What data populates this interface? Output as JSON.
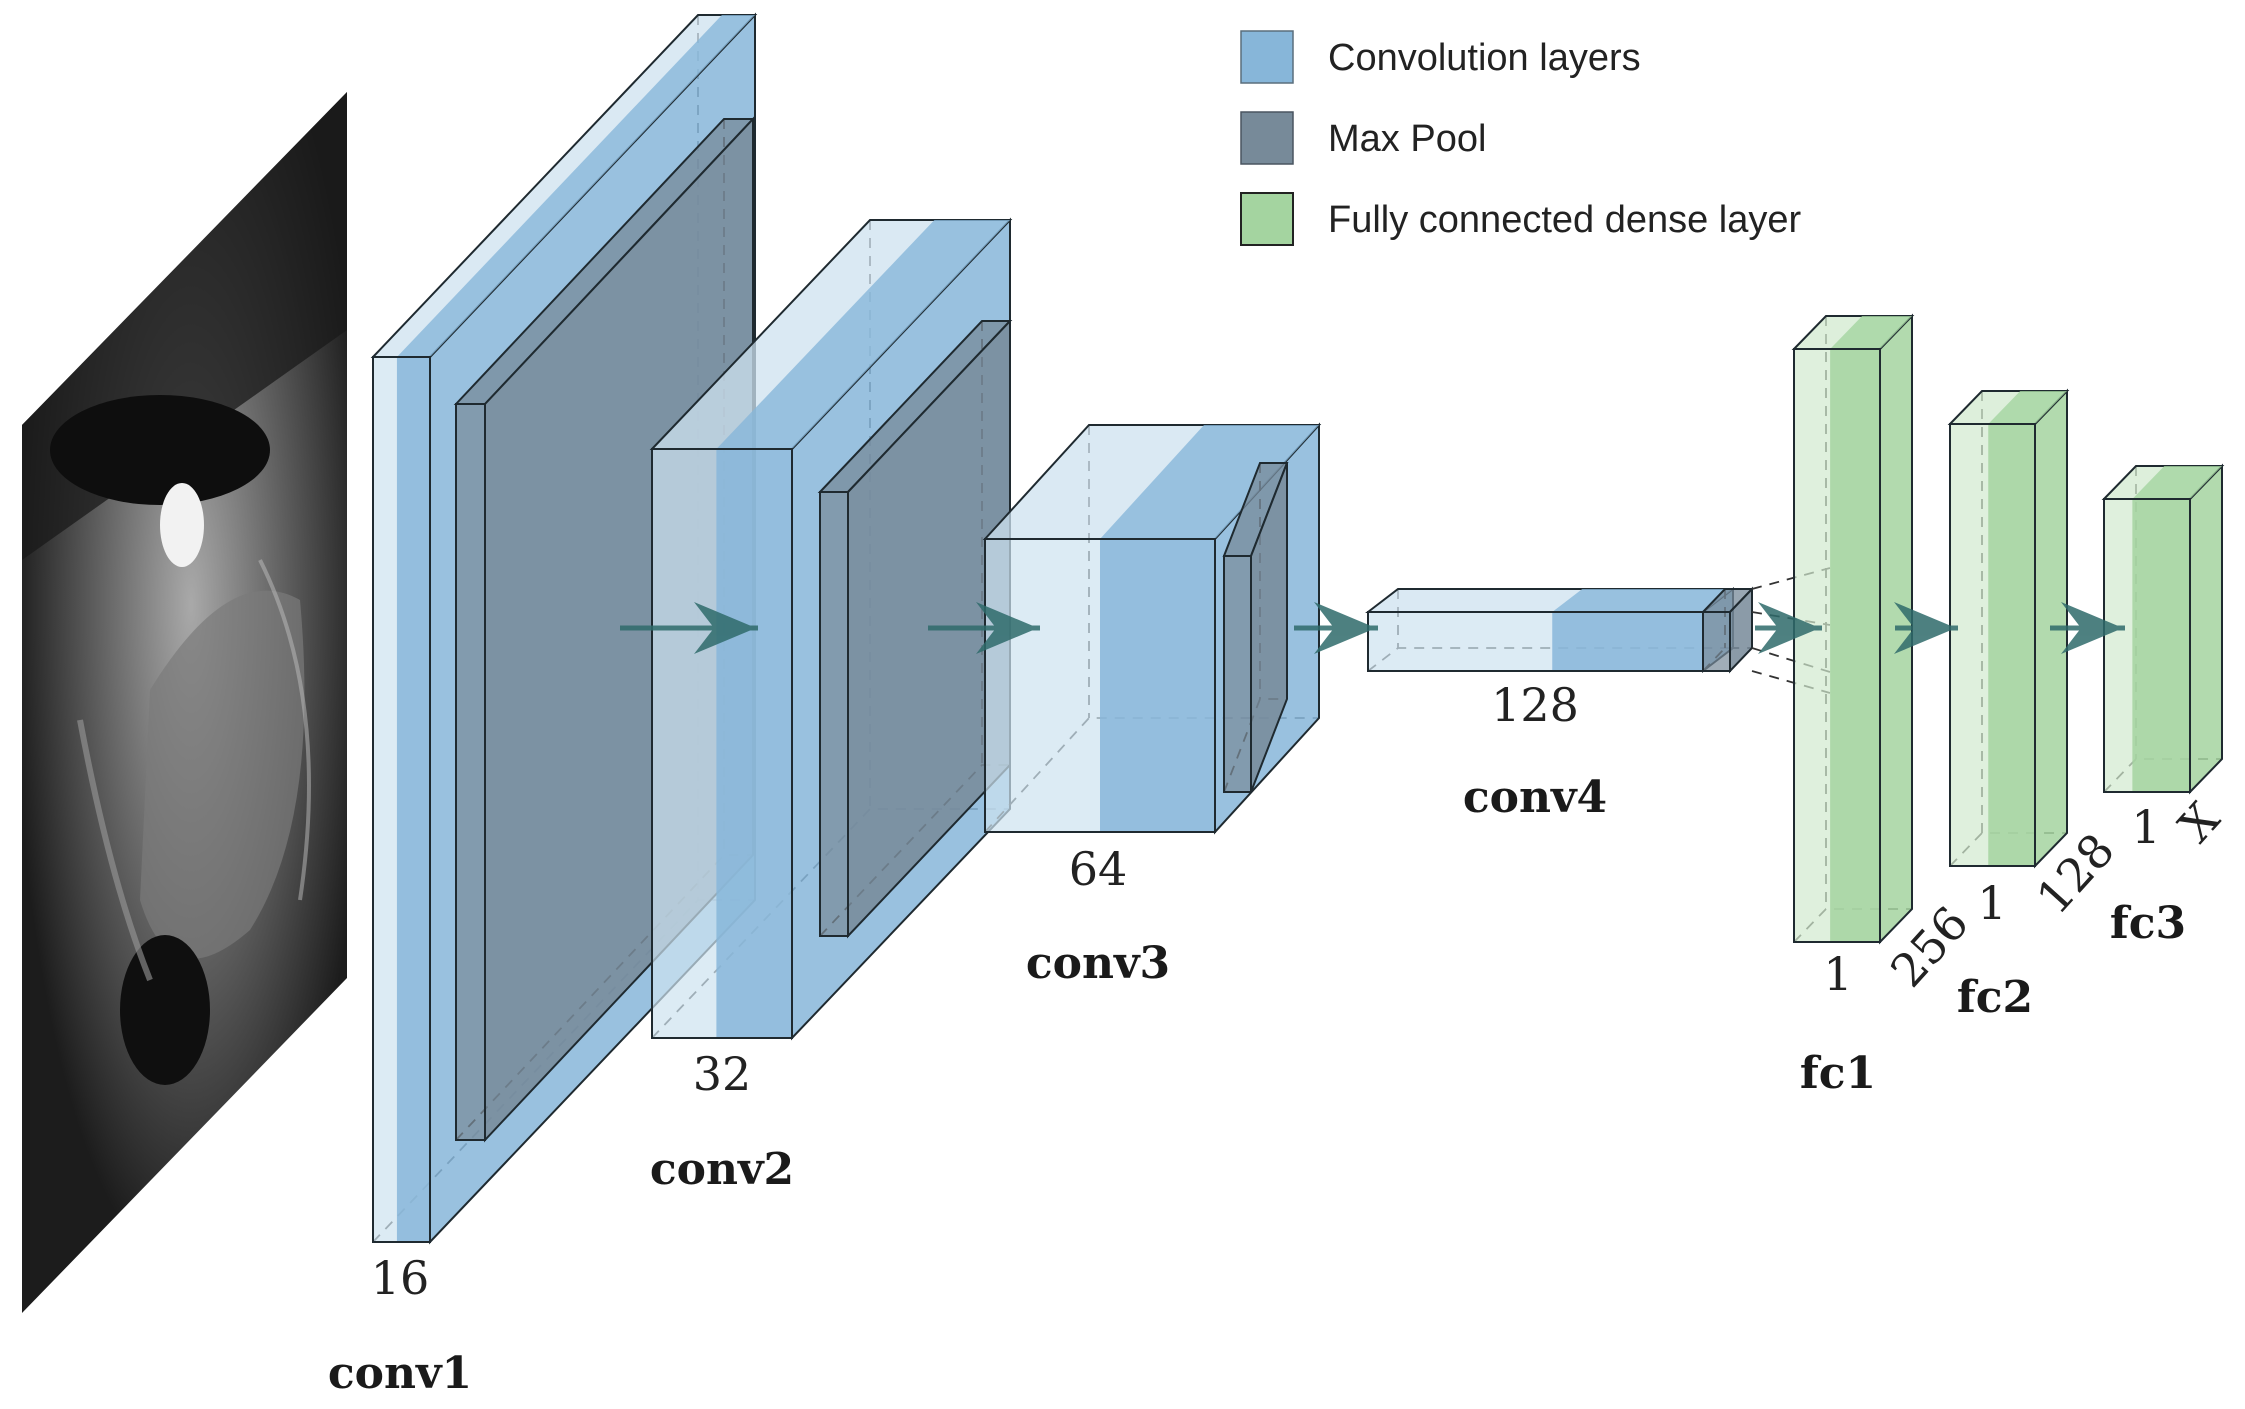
{
  "colors": {
    "conv": "#87b6d9",
    "conv_light": "#cde2ef",
    "pool": "#778a99",
    "dense": "#a4d4a0",
    "dense_light": "#d2e9cf",
    "arrow": "#2f6b6b",
    "edge": "#1f2a30"
  },
  "legend": [
    {
      "label": "Convolution layers",
      "color": "#87b6d9"
    },
    {
      "label": "Max Pool",
      "color": "#778a99"
    },
    {
      "label": "Fully connected dense layer",
      "color": "#a4d4a0"
    }
  ],
  "layers": {
    "conv1": {
      "name": "conv1",
      "channels": "16"
    },
    "conv2": {
      "name": "conv2",
      "channels": "32"
    },
    "conv3": {
      "name": "conv3",
      "channels": "64"
    },
    "conv4": {
      "name": "conv4",
      "channels": "128"
    },
    "fc1": {
      "name": "fc1",
      "width": "1",
      "depth": "256"
    },
    "fc2": {
      "name": "fc2",
      "width": "1",
      "depth": "128"
    },
    "fc3": {
      "name": "fc3",
      "width": "1",
      "depth": "X"
    }
  }
}
